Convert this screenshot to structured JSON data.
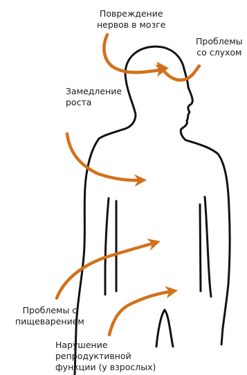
{
  "colors": {
    "arrow": "#d2711c",
    "outline": "#111111",
    "text": "#1a1a1a",
    "background": "#ffffff"
  },
  "labels": {
    "brain": [
      "Повреждение",
      "нервов в мозге"
    ],
    "hearing": [
      "Проблемы",
      "со слухом"
    ],
    "growth": [
      "Замедление",
      "роста"
    ],
    "digestion": [
      "Проблемы с",
      "пищеварением"
    ],
    "reproduction": [
      "Нарушение",
      "репродуктивной",
      "функции (у взрослых)"
    ]
  }
}
